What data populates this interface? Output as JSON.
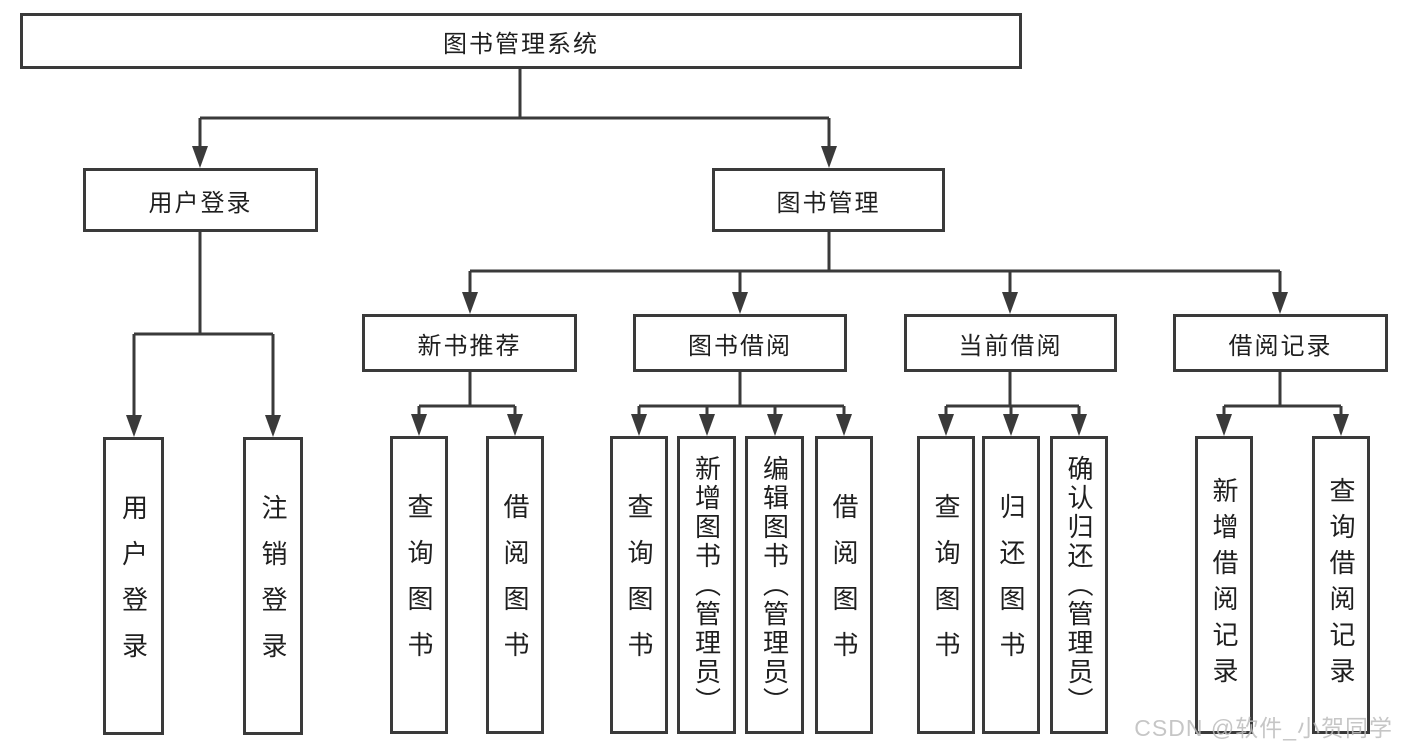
{
  "colors": {
    "line": "#3a3a3a",
    "text": "#1f1f1f",
    "watermark": "#bdbdbd"
  },
  "tree": {
    "root": "图书管理系统",
    "user_login": {
      "label": "用户登录",
      "children": [
        "用户登录",
        "注销登录"
      ]
    },
    "book_mgmt": {
      "label": "图书管理",
      "groups": [
        {
          "label": "新书推荐",
          "children": [
            "查询图书",
            "借阅图书"
          ]
        },
        {
          "label": "图书借阅",
          "children": [
            "查询图书",
            "新增图书（管理员）",
            "编辑图书（管理员）",
            "借阅图书"
          ]
        },
        {
          "label": "当前借阅",
          "children": [
            "查询图书",
            "归还图书",
            "确认归还（管理员）"
          ]
        },
        {
          "label": "借阅记录",
          "children": [
            "新增借阅记录",
            "查询借阅记录"
          ]
        }
      ]
    }
  },
  "watermark": "CSDN @软件_小贺同学"
}
